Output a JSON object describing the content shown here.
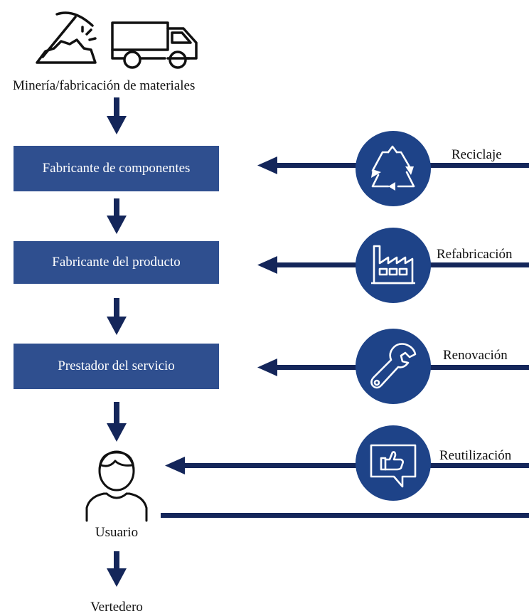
{
  "colors": {
    "box_fill": "#2F4F8F",
    "arrow": "#14265A",
    "circle_fill": "#1E4388",
    "icon_stroke": "#ffffff",
    "text": "#111111"
  },
  "top": {
    "label": "Minería/fabricación  de materiales",
    "icons": [
      "pickaxe-icon",
      "dump-truck-icon"
    ]
  },
  "chain": [
    {
      "label": "Fabricante de componentes"
    },
    {
      "label": "Fabricante del producto"
    },
    {
      "label": "Prestador del servicio"
    }
  ],
  "user": {
    "label": "Usuario",
    "icon": "person-icon"
  },
  "end": {
    "label": "Vertedero"
  },
  "loops": [
    {
      "label": "Reciclaje",
      "icon": "recycle-icon"
    },
    {
      "label": "Refabricación",
      "icon": "factory-icon"
    },
    {
      "label": "Renovación",
      "icon": "wrench-icon"
    },
    {
      "label": "Reutilización",
      "icon": "thumbs-up-chat-icon"
    }
  ]
}
